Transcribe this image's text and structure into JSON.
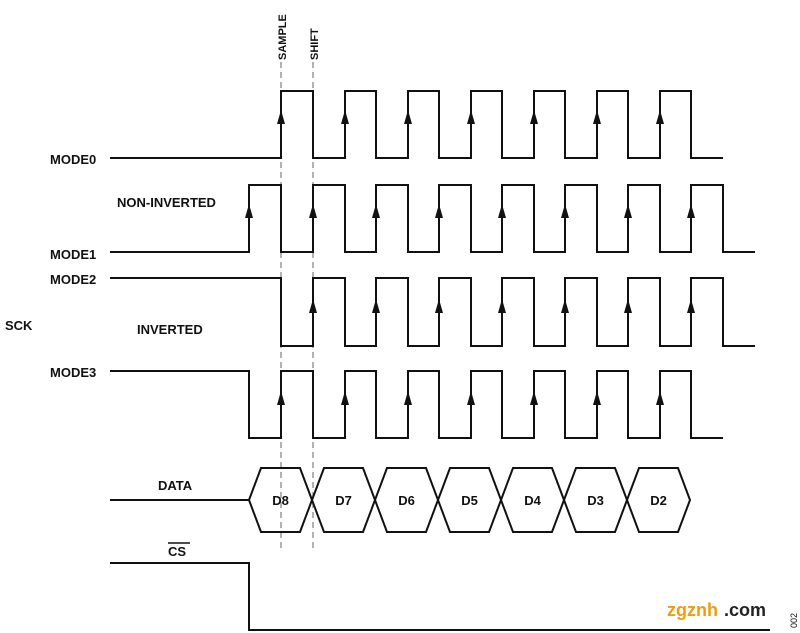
{
  "labels": {
    "sample": "SAMPLE",
    "shift": "SHIFT",
    "mode0": "MODE0",
    "non_inverted": "NON-INVERTED",
    "mode1": "MODE1",
    "mode2": "MODE2",
    "sck": "SCK",
    "inverted": "INVERTED",
    "mode3": "MODE3",
    "data": "DATA",
    "cs": "CS",
    "figure_number": "002"
  },
  "data_bits": [
    "D8",
    "D7",
    "D6",
    "D5",
    "D4",
    "D3",
    "D2"
  ],
  "watermark": {
    "part1": "zgznh",
    "part2": ".com"
  },
  "colors": {
    "line": "#111111",
    "dashed": "#999999",
    "watermark_orange": "#f29b12"
  }
}
